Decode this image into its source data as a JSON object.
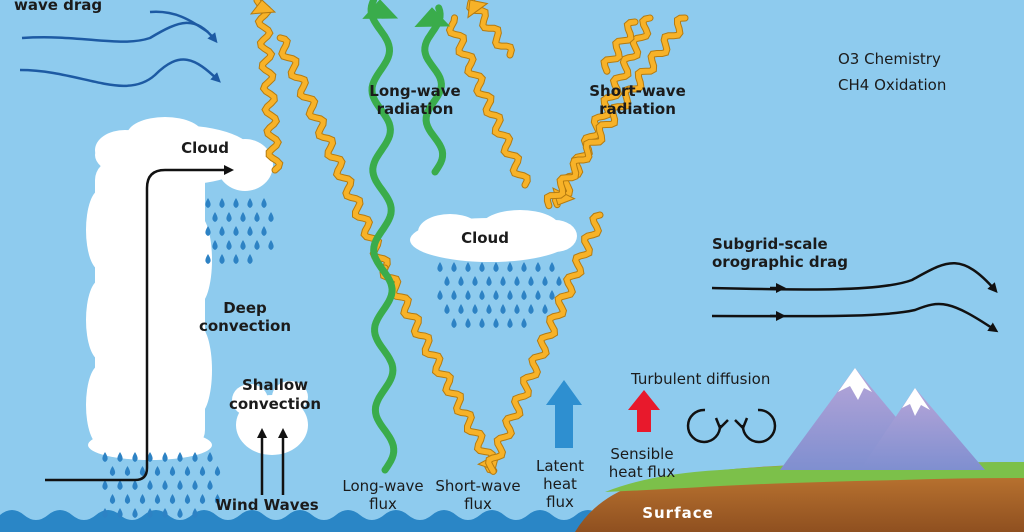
{
  "labels": {
    "wave_drag": "wave drag",
    "o3_chemistry": "O3 Chemistry",
    "ch4_oxidation": "CH4 Oxidation",
    "longwave_radiation_1": "Long-wave",
    "longwave_radiation_2": "radiation",
    "shortwave_radiation_1": "Short-wave",
    "shortwave_radiation_2": "radiation",
    "cloud_left": "Cloud",
    "cloud_center": "Cloud",
    "subgrid_1": "Subgrid-scale",
    "subgrid_2": "orographic drag",
    "deep_convection_1": "Deep",
    "deep_convection_2": "convection",
    "shallow_convection_1": "Shallow",
    "shallow_convection_2": "convection",
    "turbulent_diffusion": "Turbulent diffusion",
    "sensible_1": "Sensible",
    "sensible_2": "heat flux",
    "latent_1": "Latent",
    "latent_2": "heat",
    "latent_3": "flux",
    "longwave_flux_1": "Long-wave",
    "longwave_flux_2": "flux",
    "shortwave_flux_1": "Short-wave",
    "shortwave_flux_2": "flux",
    "wind_waves": "Wind Waves",
    "surface": "Surface"
  },
  "colors": {
    "sky": "#8ecbee",
    "shortwave": "#f7b228",
    "longwave": "#3aac4b",
    "rain": "#2d82c4",
    "latent_arrow": "#2e8fd0",
    "sensible_arrow": "#e8192c",
    "drag_arrows_top": "#1d5aa3",
    "drag_arrows_right": "#111111",
    "soil": "#b9702e",
    "grass": "#7cc04a",
    "water": "#2a86c6"
  }
}
